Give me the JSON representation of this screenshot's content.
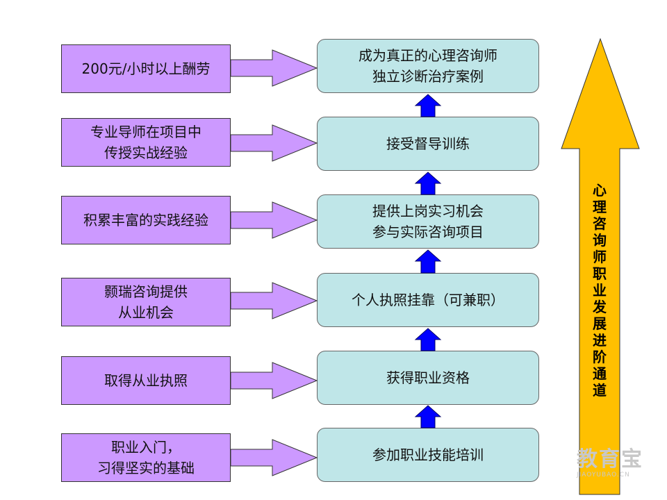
{
  "left_items": [
    {
      "text": "200元/小时以上酬劳"
    },
    {
      "text": "专业导师在项目中\n传授实战经验"
    },
    {
      "text": "积累丰富的实践经验"
    },
    {
      "text": "颢瑞咨询提供\n从业机会"
    },
    {
      "text": "取得从业执照"
    },
    {
      "text": "职业入门，\n习得坚实的基础"
    }
  ],
  "right_items": [
    {
      "text": "成为真正的心理咨询师\n独立诊断治疗案例"
    },
    {
      "text": "接受督导训练"
    },
    {
      "text": "提供上岗实习机会\n参与实际咨询项目"
    },
    {
      "text": "个人执照挂靠（可兼职）"
    },
    {
      "text": "获得职业资格"
    },
    {
      "text": "参加职业技能培训"
    }
  ],
  "side_label": "心理咨询师职业发展进阶通道",
  "watermark": {
    "main": "教育宝",
    "sub": "JIAOYUBAO.CN"
  },
  "colors": {
    "left_box": "#cc99ff",
    "right_box": "#bfe6e8",
    "up_arrow": "#0000ff",
    "big_arrow": "#ffc000"
  }
}
